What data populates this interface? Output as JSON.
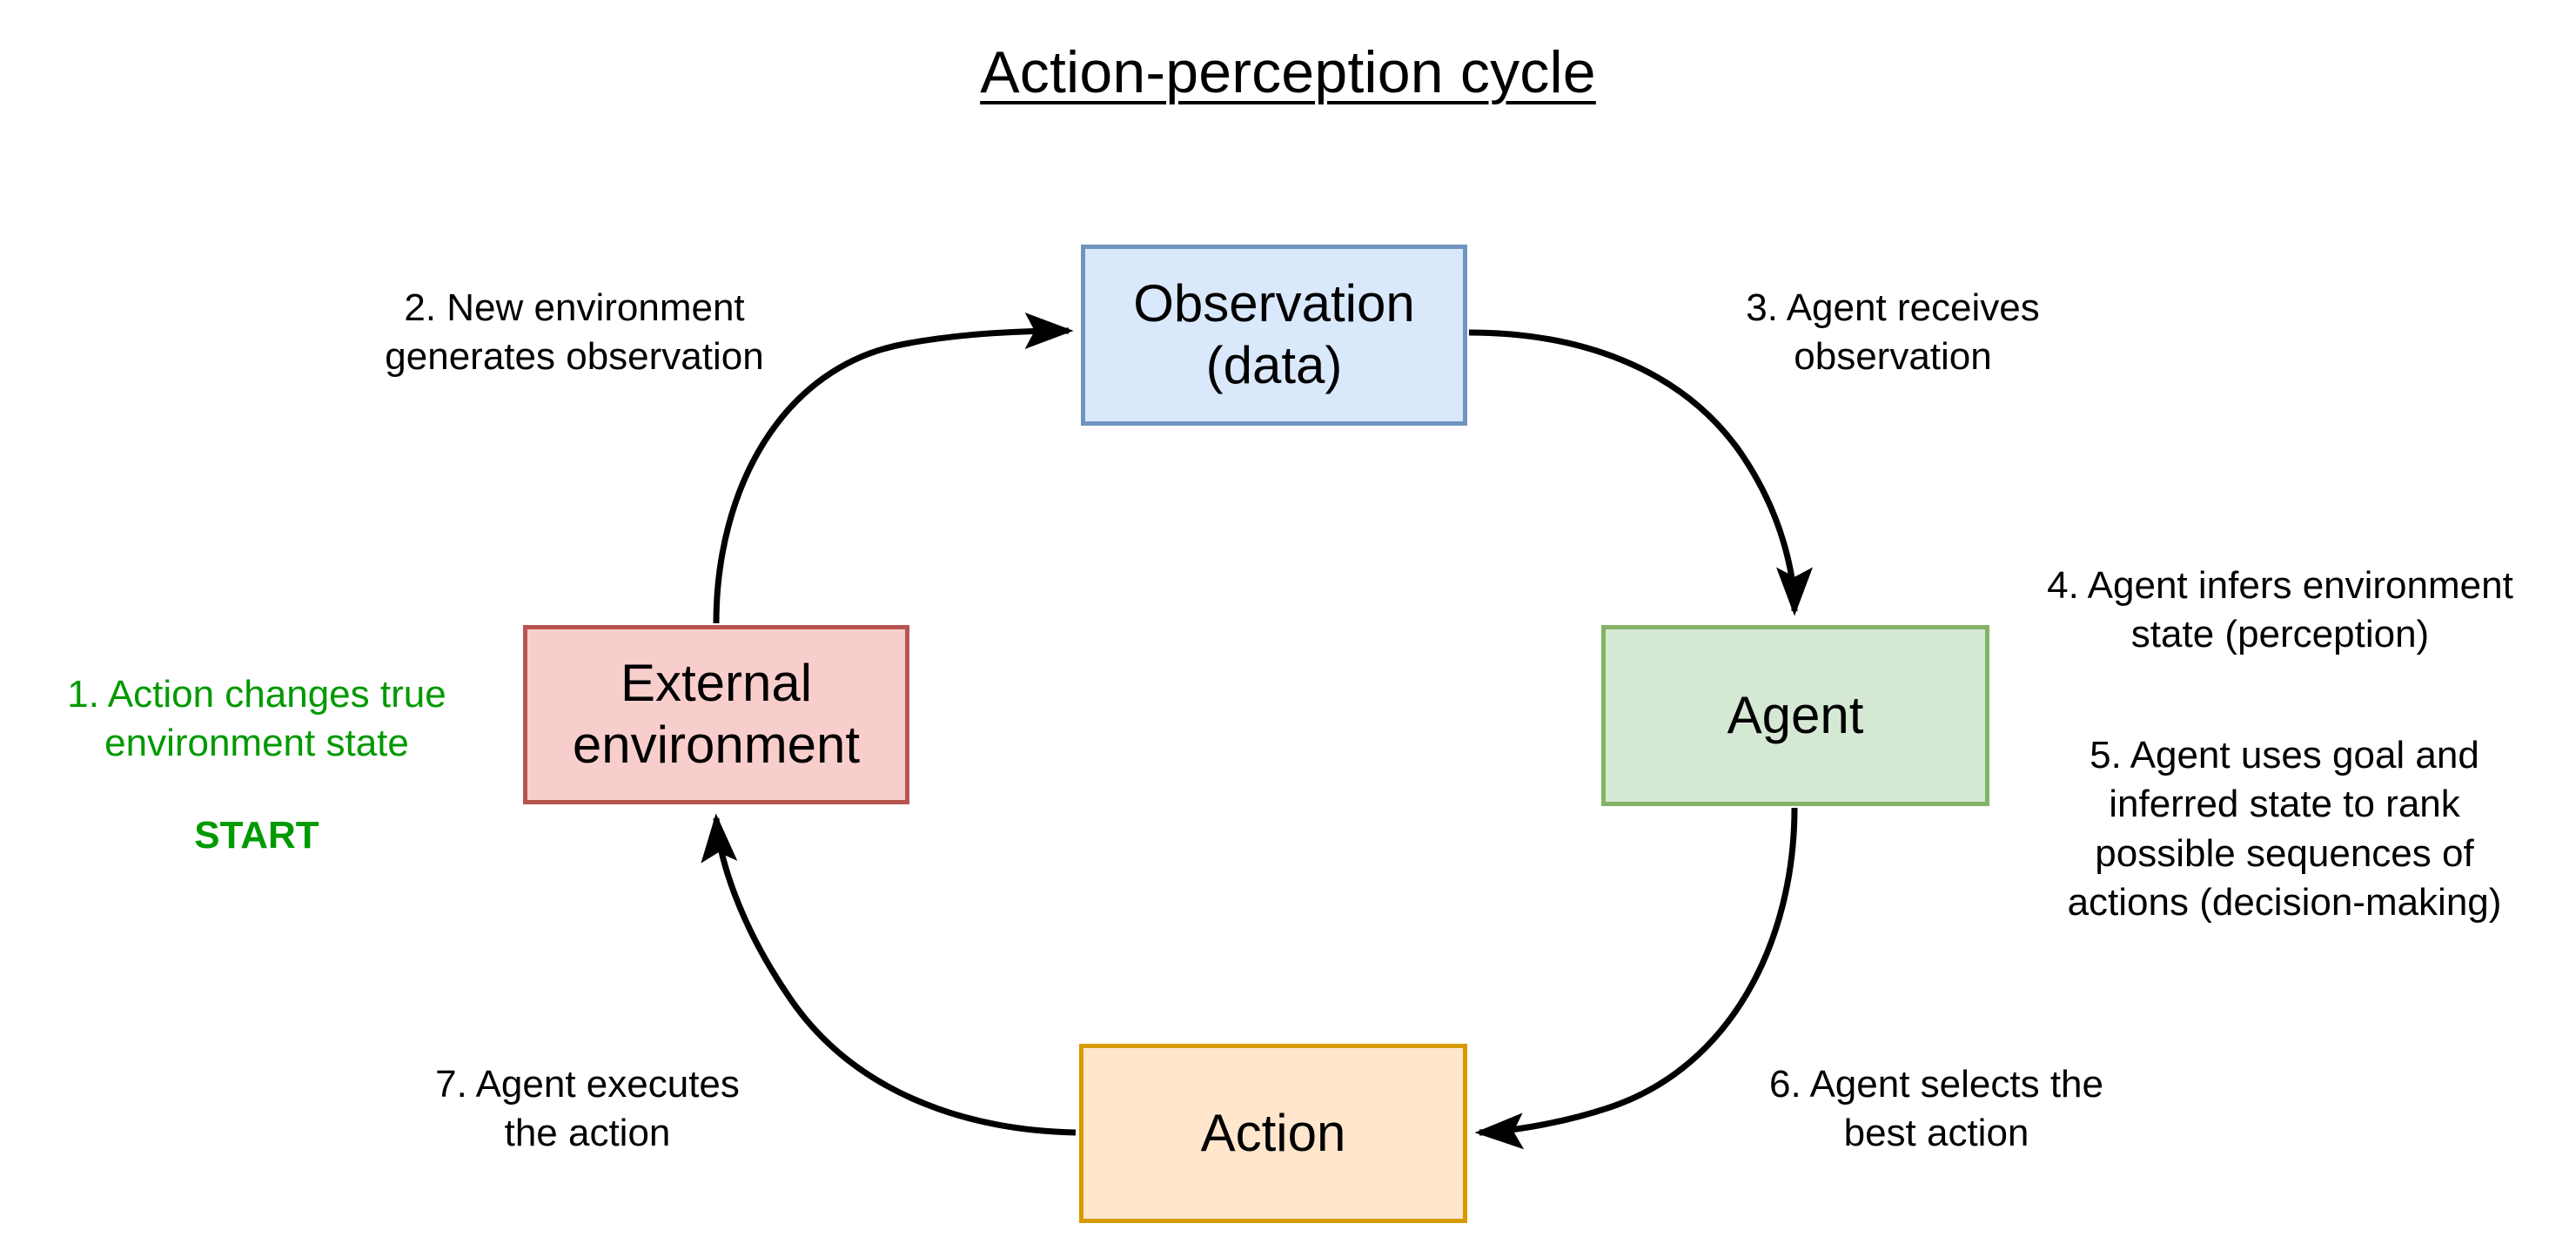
{
  "diagram": {
    "title": "Action-perception cycle",
    "background_color": "#ffffff",
    "nodes": [
      {
        "id": "environment",
        "label": "External\nenvironment",
        "fill": "#f8cecc",
        "stroke": "#b85450"
      },
      {
        "id": "observation",
        "label": "Observation\n(data)",
        "fill": "#dae8fc",
        "stroke": "#7094bf"
      },
      {
        "id": "agent",
        "label": "Agent",
        "fill": "#d5e8d4",
        "stroke": "#82b366"
      },
      {
        "id": "action",
        "label": "Action",
        "fill": "#ffe6cc",
        "stroke": "#d79b00"
      }
    ],
    "annotations": [
      {
        "id": "step-1",
        "text": "1. Action changes true\nenvironment state",
        "color": "#009900",
        "badge": "START"
      },
      {
        "id": "step-2",
        "text": "2. New environment\ngenerates observation",
        "color": "#000000"
      },
      {
        "id": "step-3",
        "text": "3. Agent receives\nobservation",
        "color": "#000000"
      },
      {
        "id": "step-4",
        "text": "4. Agent infers environment\nstate (perception)",
        "color": "#000000"
      },
      {
        "id": "step-5",
        "text": "5. Agent uses goal and\ninferred state to rank\npossible sequences of\nactions (decision-making)",
        "color": "#000000"
      },
      {
        "id": "step-6",
        "text": "6. Agent selects the\nbest action",
        "color": "#000000"
      },
      {
        "id": "step-7",
        "text": "7. Agent executes\nthe action",
        "color": "#000000"
      }
    ],
    "edges": [
      {
        "id": "environment-to-observation",
        "from": "environment",
        "to": "observation",
        "step": "2"
      },
      {
        "id": "observation-to-agent",
        "from": "observation",
        "to": "agent",
        "step": "3"
      },
      {
        "id": "agent-to-action",
        "from": "agent",
        "to": "action",
        "step": "6"
      },
      {
        "id": "action-to-environment",
        "from": "action",
        "to": "environment",
        "step": "7"
      }
    ],
    "edge_color": "#000000"
  }
}
